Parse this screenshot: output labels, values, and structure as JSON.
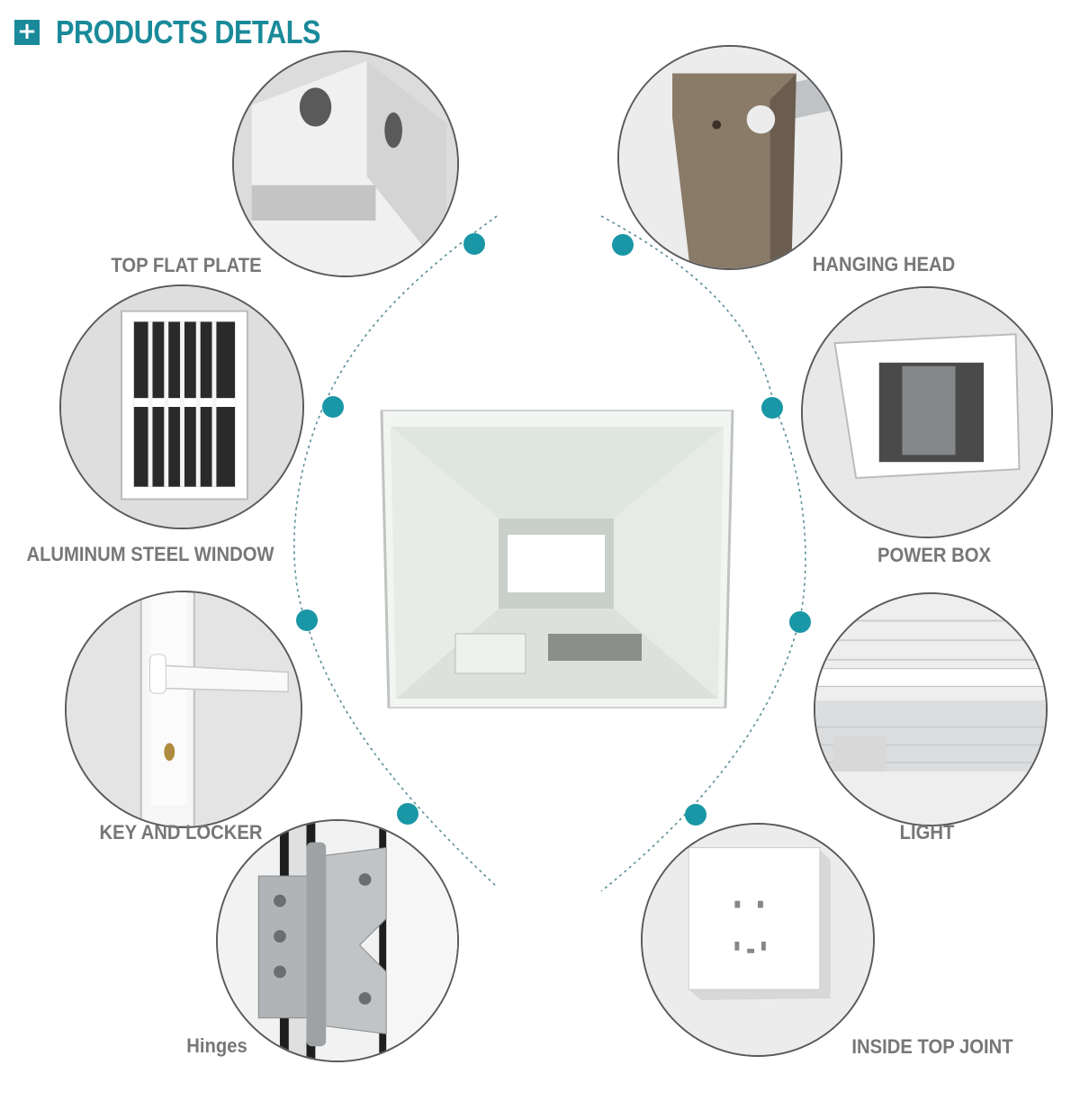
{
  "header": {
    "plus_symbol": "+",
    "title": "PRODUCTS DETALS"
  },
  "accent_color": "#1a8a9a",
  "label_color": "#777777",
  "details": {
    "top_flat_plate": "TOP FLAT PLATE",
    "hanging_head": "HANGING HEAD",
    "aluminum_steel_window": "ALUMINUM STEEL WINDOW",
    "power_box": "POWER BOX",
    "key_and_locker": "KEY AND LOCKER",
    "light": "LIGHT",
    "hinges": "Hinges",
    "inside_top_joint": "INSIDE TOP JOINT"
  },
  "icons": {
    "plus": "plus-icon",
    "connector_dot": "dot-icon"
  }
}
